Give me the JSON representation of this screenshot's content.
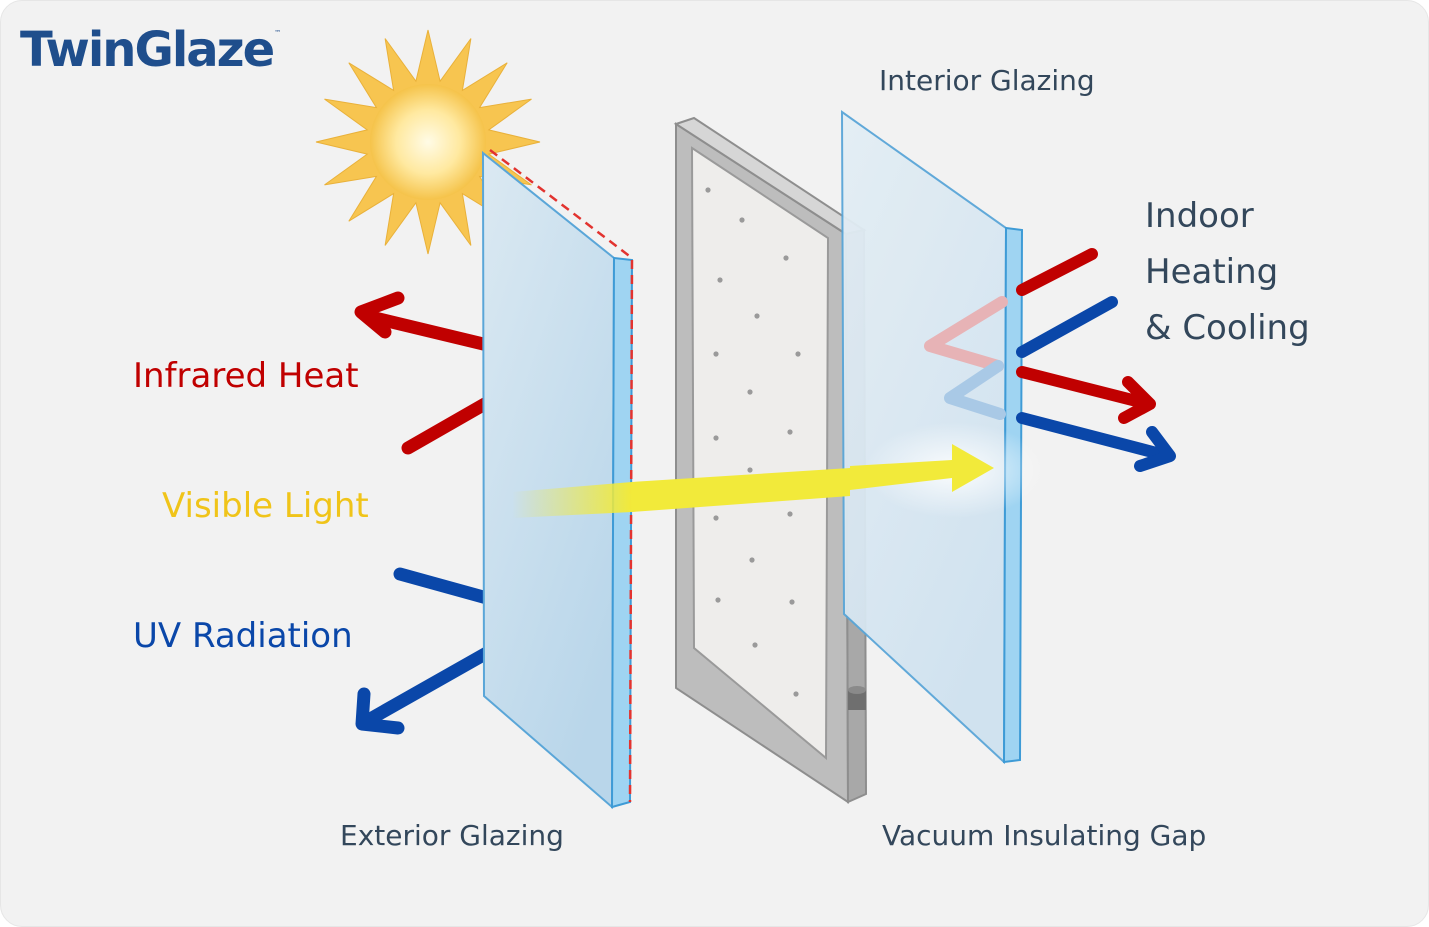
{
  "brand": {
    "name": "TwinGlaze",
    "trademark": "™",
    "color": "#1f4e8c"
  },
  "labels": {
    "infrared": "Infrared Heat",
    "visible": "Visible Light",
    "uv": "UV Radiation",
    "exterior": "Exterior Glazing",
    "interior": "Interior Glazing",
    "vacuum": "Vacuum Insulating Gap",
    "indoor": [
      "Indoor",
      "Heating",
      "& Cooling"
    ]
  },
  "colors": {
    "infrared": "#c00000",
    "visible": "#f0c419",
    "visible_beam": "#f2ea3a",
    "uv": "#0a47a9",
    "caption": "#33475b",
    "background": "#f2f2f2",
    "glass": "#bcd8ea",
    "frame": "#b8b8b8"
  }
}
